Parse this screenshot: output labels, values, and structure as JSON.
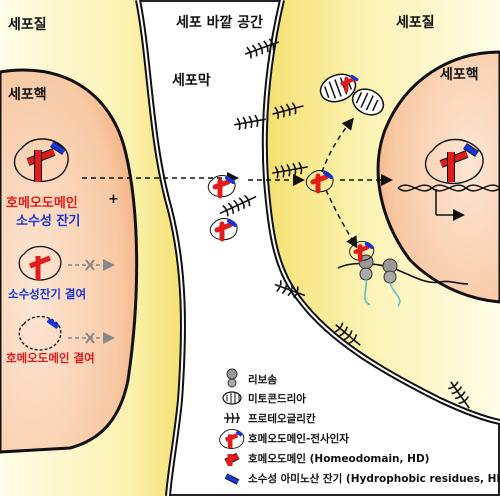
{
  "regions": {
    "cytoplasm_left": "세포질",
    "extracellular": "세포 바깥 공간",
    "cytoplasm_right": "세포질",
    "nucleus_left": "세포핵",
    "membrane": "세포막",
    "nucleus_right": "세포핵"
  },
  "nucleus_labels": {
    "homeo_line1": "호메오도메인",
    "plus": "+",
    "homeo_line2": "소수성 잔기",
    "hydrophobic_missing": "소수성잔기 결여",
    "homeodomain_missing": "호메오도메인 결여"
  },
  "legend": {
    "ribosome": "리보솜",
    "mitochondria": "미토콘드리아",
    "proteoglycan": "프로테오글리칸",
    "tf": "호메오도메인-전사인자",
    "hd": "호메오도메인 (Homeodomain, HD)",
    "hr": "소수성 아미노산 잔기 (Hydrophobic residues, HR)"
  },
  "colors": {
    "cell_yellow": "#fbf4b4",
    "nucleus_peach": "#f6c4a0",
    "homeodomain_red": "#e21b1b",
    "hydrophobic_blue": "#1836d8"
  }
}
